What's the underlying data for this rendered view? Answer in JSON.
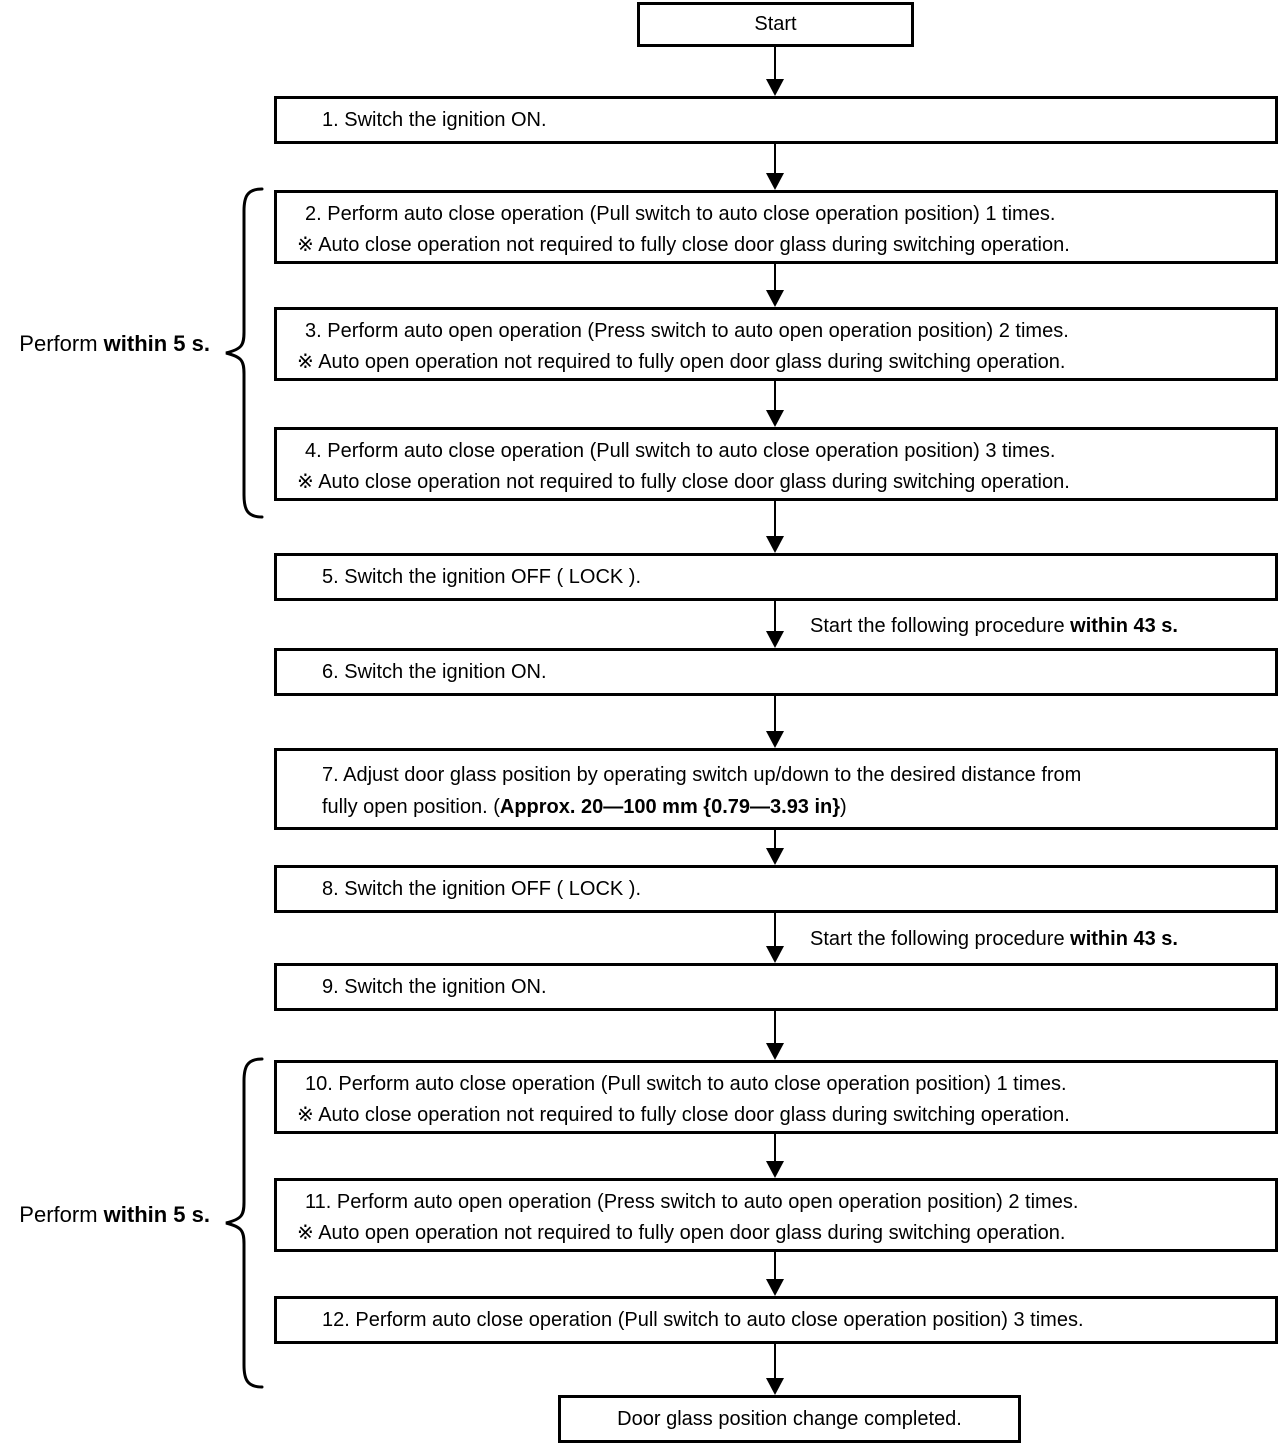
{
  "colors": {
    "ink": "#000000",
    "background": "#ffffff"
  },
  "flow": {
    "start": {
      "label": "Start"
    },
    "end": {
      "label": "Door glass position change completed."
    },
    "steps": [
      {
        "text": "1. Switch the ignition ON."
      },
      {
        "text": "2. Perform auto close operation (Pull switch to auto close operation position) 1 times.",
        "note": "※ Auto close operation not required to fully close door glass during switching operation."
      },
      {
        "text": "3. Perform auto open operation (Press switch to auto open operation position) 2 times.",
        "note": "※ Auto open operation not required to fully open door glass during switching operation."
      },
      {
        "text": "4. Perform auto close operation (Pull switch to auto close operation position) 3 times.",
        "note": "※ Auto close operation not required to fully close door glass during switching operation."
      },
      {
        "text": "5. Switch the ignition OFF ( LOCK )."
      },
      {
        "text": "6. Switch the ignition ON."
      },
      {
        "text": "7. Adjust door glass position by operating switch up/down to the desired distance from",
        "line2_pre": "fully open position. (",
        "line2_bold": "Approx. 20—100 mm {0.79—3.93 in}",
        "line2_post": ")"
      },
      {
        "text": "8. Switch the ignition OFF ( LOCK )."
      },
      {
        "text": "9. Switch the ignition ON."
      },
      {
        "text": "10. Perform auto close operation (Pull switch to auto close operation position) 1 times.",
        "note": "※ Auto close operation not required to fully close door glass during switching operation."
      },
      {
        "text": "11. Perform auto open operation (Press switch to auto open operation position) 2 times.",
        "note": "※ Auto open operation not required to fully open door glass during switching operation."
      },
      {
        "text": "12. Perform auto close operation (Pull switch to auto close operation position) 3 times."
      }
    ],
    "timing_notes": [
      {
        "regular": "Start the following procedure ",
        "bold": "within 43 s."
      },
      {
        "regular": "Start the following procedure ",
        "bold": "within 43 s."
      }
    ],
    "brace_labels": [
      {
        "regular": "Perform ",
        "bold": "within 5 s."
      },
      {
        "regular": "Perform ",
        "bold": "within 5 s."
      }
    ]
  }
}
